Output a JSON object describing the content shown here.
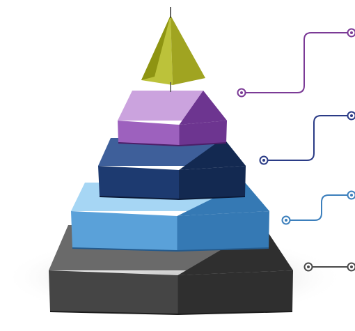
{
  "diagram": {
    "type": "layered-pyramid-infographic",
    "layer_count": 5,
    "layers": [
      {
        "id": "apex",
        "shape": "pyramid-tip",
        "colors": {
          "front": "#bcc23a",
          "left": "#8e9412",
          "right": "#a0a421"
        }
      },
      {
        "id": "tier-2",
        "shape": "frustum",
        "colors": {
          "top": "#cba3de",
          "front": "#9d61be",
          "side": "#6d3590",
          "dark": "#4b1f68"
        }
      },
      {
        "id": "tier-3",
        "shape": "frustum",
        "colors": {
          "top": "#3e5f9a",
          "front": "#1d3a70",
          "side": "#132951",
          "dark": "#0b1a38"
        }
      },
      {
        "id": "tier-4",
        "shape": "frustum",
        "colors": {
          "top": "#a6d6f4",
          "front": "#5aa1d9",
          "side": "#3579b4",
          "dark": "#245a8c"
        }
      },
      {
        "id": "base",
        "shape": "frustum",
        "colors": {
          "top": "#6a6a6a",
          "front": "#454545",
          "side": "#2f2f2f",
          "dark": "#1c1c1c"
        }
      }
    ],
    "connectors": [
      {
        "id": "connector-1",
        "color": "#7b3a96",
        "style": "curved"
      },
      {
        "id": "connector-2",
        "color": "#2a3b86",
        "style": "curved"
      },
      {
        "id": "connector-3",
        "color": "#3c7fbc",
        "style": "curved"
      },
      {
        "id": "connector-4",
        "color": "#4a4a4a",
        "style": "straight"
      }
    ],
    "labels": []
  }
}
